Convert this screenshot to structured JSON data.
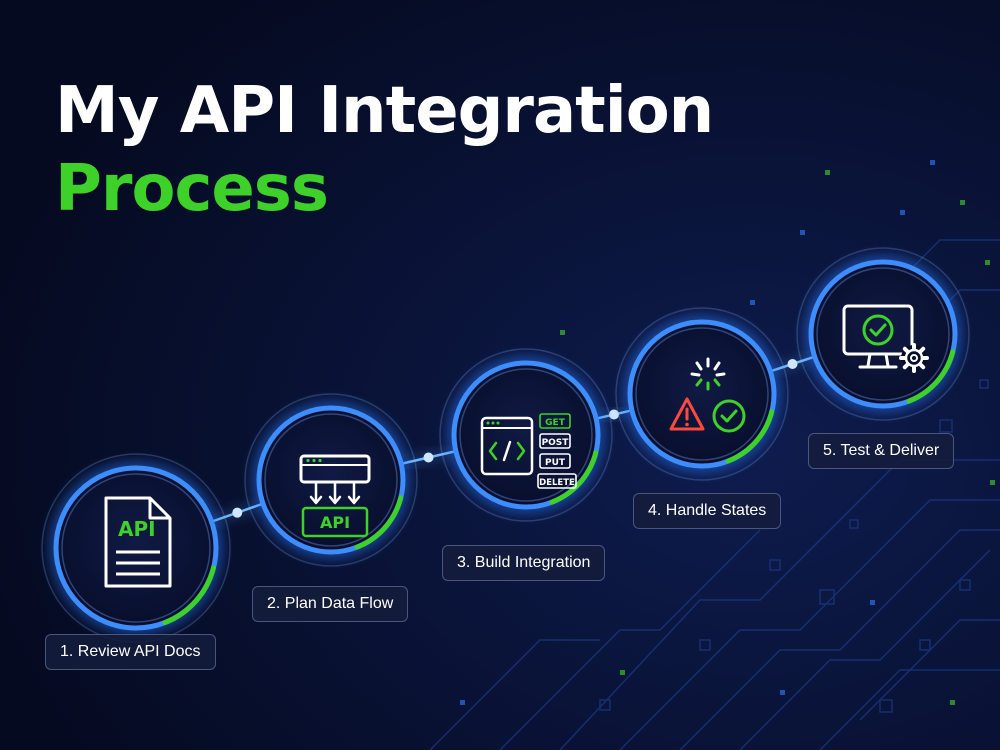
{
  "title": {
    "line1": "My API Integration",
    "line2": "Process"
  },
  "colors": {
    "background": "#060c26",
    "accent_green": "#3ed12a",
    "ring_blue": "#2a7bff",
    "warning_red": "#ff4a3d"
  },
  "steps": [
    {
      "label": "1. Review API Docs",
      "icon": "api-document-icon",
      "icon_text": "API"
    },
    {
      "label": "2. Plan Data Flow",
      "icon": "data-flow-icon",
      "icon_text": "API"
    },
    {
      "label": "3. Build Integration",
      "icon": "code-window-icon",
      "methods": [
        "GET",
        "POST",
        "PUT",
        "DELETE"
      ]
    },
    {
      "label": "4. Handle States",
      "icon": "states-icon"
    },
    {
      "label": "5. Test & Deliver",
      "icon": "monitor-check-icon"
    }
  ]
}
